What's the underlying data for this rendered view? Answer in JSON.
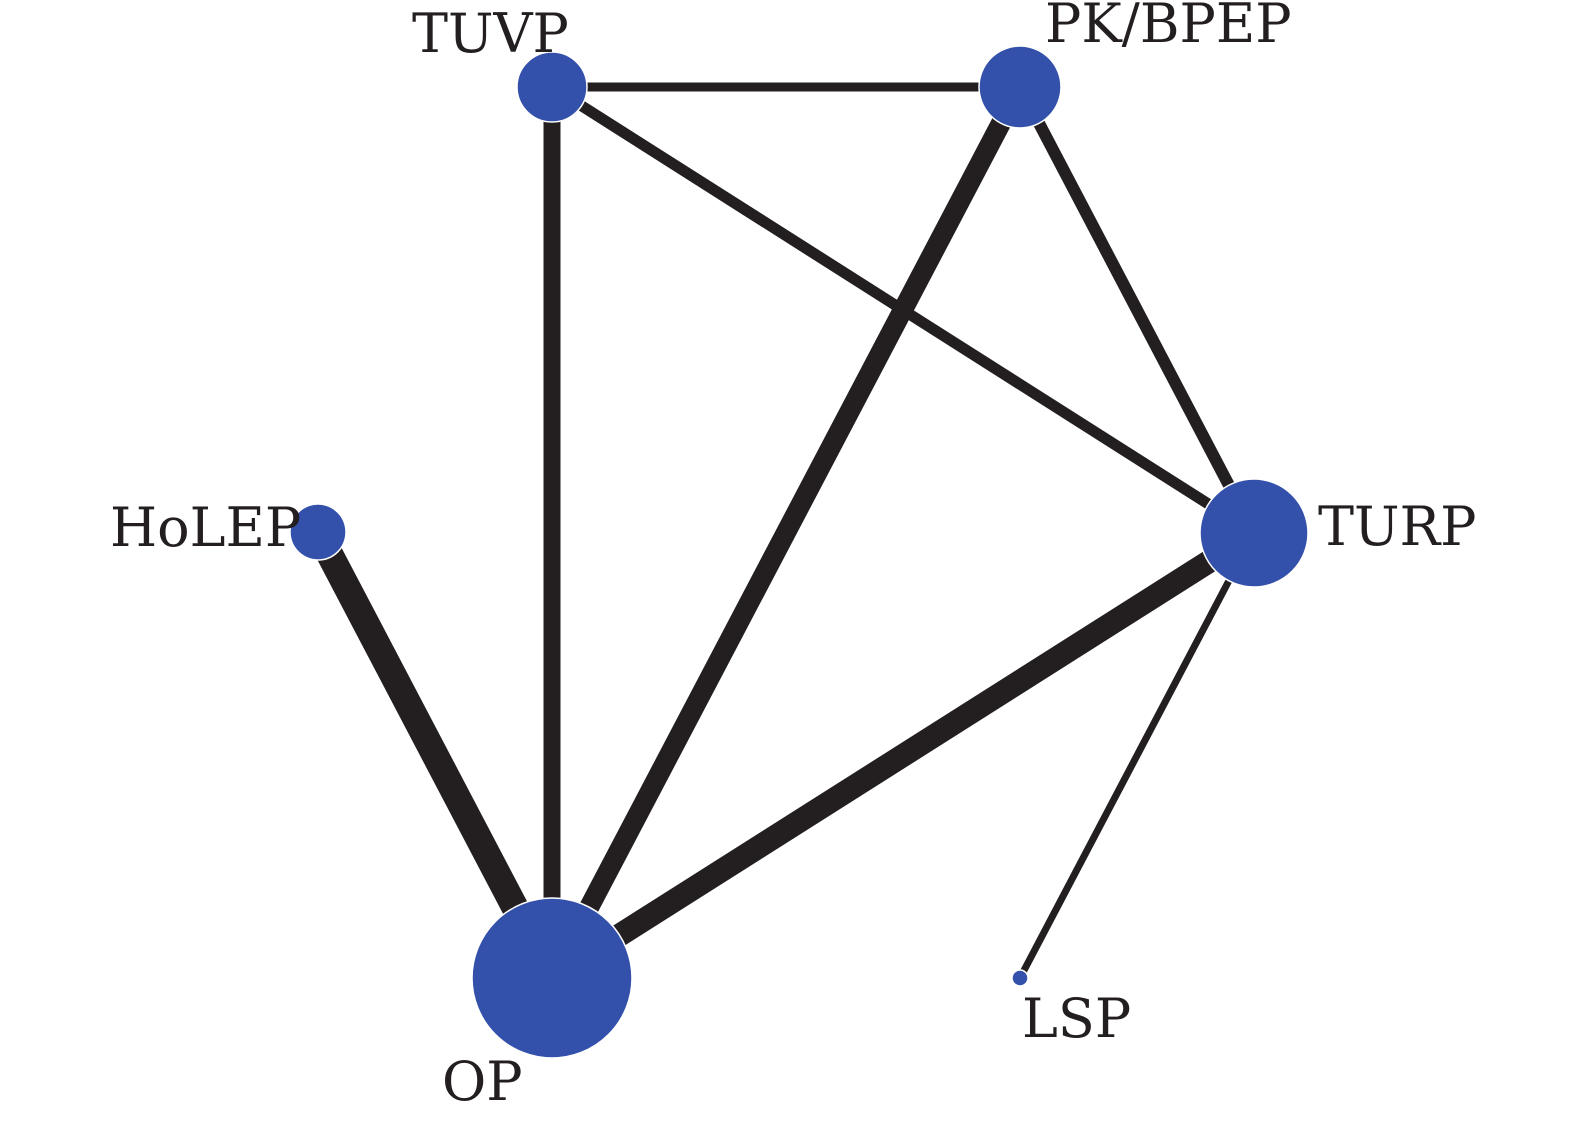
{
  "network": {
    "colors": {
      "node": "#3350ab",
      "node_stroke": "#ffffff",
      "edge": "#231f20",
      "label": "#231f20"
    },
    "nodes": [
      {
        "id": "TUVP",
        "label": "TUVP"
      },
      {
        "id": "PK/BPEP",
        "label": "PK/BPEP"
      },
      {
        "id": "HoLEP",
        "label": "HoLEP"
      },
      {
        "id": "TURP",
        "label": "TURP"
      },
      {
        "id": "OP",
        "label": "OP"
      },
      {
        "id": "LSP",
        "label": "LSP"
      }
    ],
    "edges": [
      {
        "from": "TUVP",
        "to": "PK/BPEP"
      },
      {
        "from": "TUVP",
        "to": "OP"
      },
      {
        "from": "TUVP",
        "to": "TURP"
      },
      {
        "from": "PK/BPEP",
        "to": "OP"
      },
      {
        "from": "PK/BPEP",
        "to": "TURP"
      },
      {
        "from": "HoLEP",
        "to": "OP"
      },
      {
        "from": "TURP",
        "to": "OP"
      },
      {
        "from": "TURP",
        "to": "LSP"
      }
    ]
  }
}
